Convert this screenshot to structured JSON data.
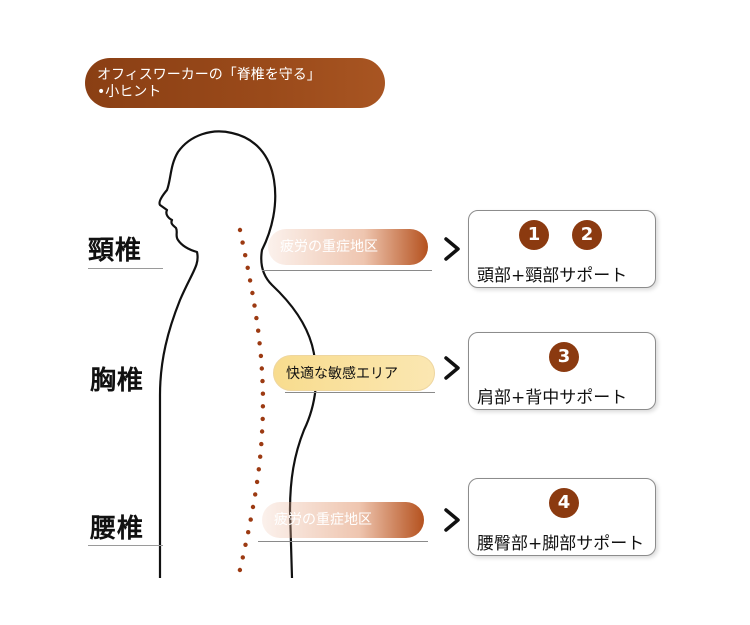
{
  "header": {
    "line1": "オフィスワーカーの「脊椎を守る」",
    "line2": "•小ヒント"
  },
  "sections": [
    {
      "spine_label": "頸椎",
      "zone_label": "疲労の重症地区",
      "zone_type": "fatigue",
      "numbers": [
        "1",
        "2"
      ],
      "support": "頭部+頸部サポート"
    },
    {
      "spine_label": "胸椎",
      "zone_label": "快適な敏感エリア",
      "zone_type": "comfort",
      "numbers": [
        "3"
      ],
      "support": "肩部+背中サポート"
    },
    {
      "spine_label": "腰椎",
      "zone_label": "疲労の重症地区",
      "zone_type": "fatigue",
      "numbers": [
        "4"
      ],
      "support": "腰臀部+脚部サポート"
    }
  ],
  "colors": {
    "accent": "#8b3a10",
    "fatigue_end": "#b5521f",
    "comfort": "#f8dc8e"
  }
}
